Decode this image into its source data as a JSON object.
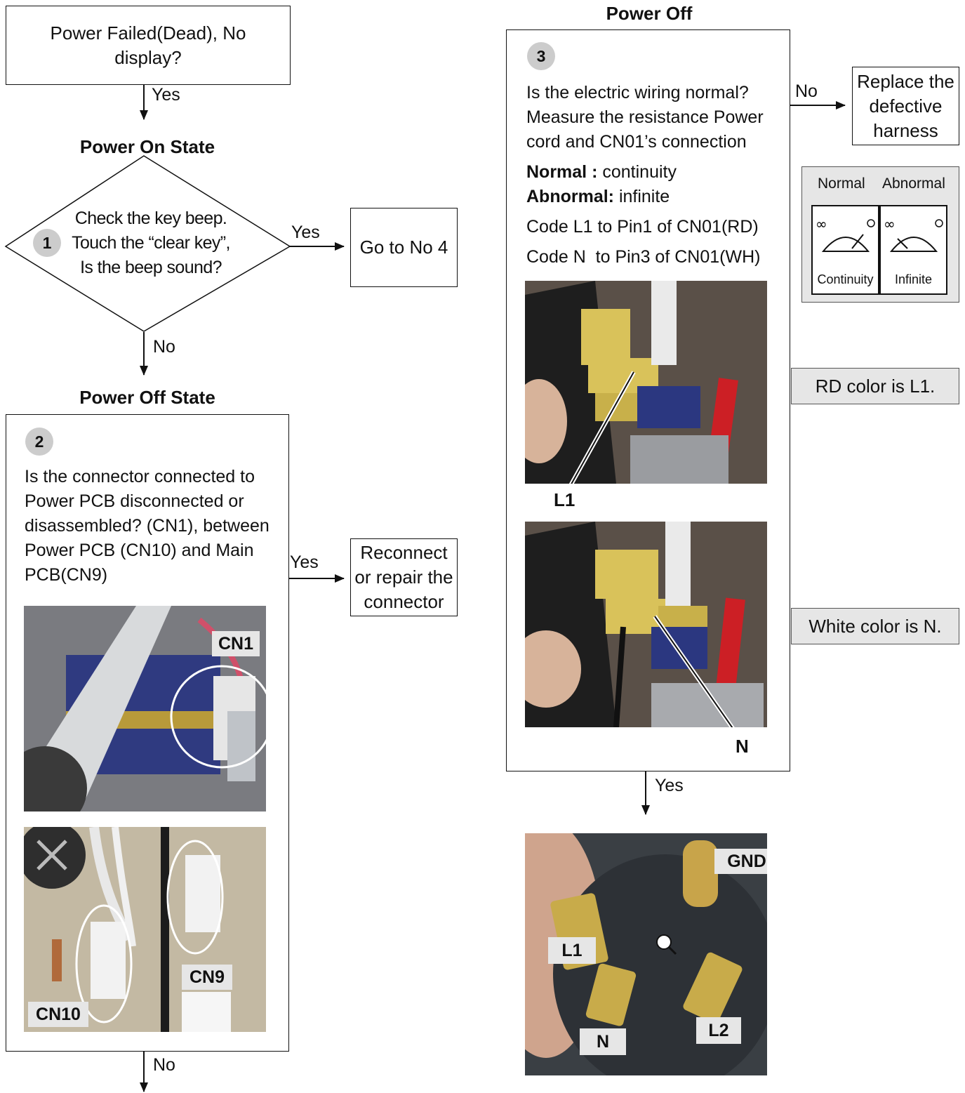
{
  "start_box": "Power Failed(Dead), No display?",
  "yes_1": "Yes",
  "power_on_state": "Power On State",
  "step1": {
    "number": "1",
    "line1": "Check the key beep.",
    "line2": "Touch the “clear key”,",
    "line3": "Is the beep sound?"
  },
  "yes_2": "Yes",
  "go_to_no4": "Go to No 4",
  "no_1": "No",
  "power_off_state": "Power Off State",
  "step2": {
    "number": "2",
    "text": "Is the connector connected to Power PCB disconnected or disassembled? (CN1), between Power PCB (CN10) and Main PCB(CN9)"
  },
  "yes_3": "Yes",
  "reconnect_box": "Reconnect or repair the connector",
  "photo_tags": {
    "cn1": "CN1",
    "cn9": "CN9",
    "cn10": "CN10"
  },
  "no_2": "No",
  "power_off": "Power Off",
  "step3": {
    "number": "3",
    "question": "Is the electric wiring normal? Measure the resistance Power cord and CN01’s connection",
    "normal_label": "Normal :",
    "normal_value": " continuity",
    "abnormal_label": "Abnormal:",
    "abnormal_value": " infinite",
    "code_l1": "Code L1 to Pin1 of CN01(RD)",
    "code_n": "Code N  to Pin3 of CN01(WH)",
    "label_l1": "L1",
    "label_n": "N"
  },
  "no_3": "No",
  "replace_box": "Replace the defective harness",
  "meter": {
    "normal": "Normal",
    "abnormal": "Abnormal",
    "continuity": "Continuity",
    "infinite": "Infinite"
  },
  "rd_note": "RD color is L1.",
  "white_note": "White color is N.",
  "yes_4": "Yes",
  "plug_tags": {
    "gnd": "GND",
    "l1": "L1",
    "n": "N",
    "l2": "L2"
  }
}
